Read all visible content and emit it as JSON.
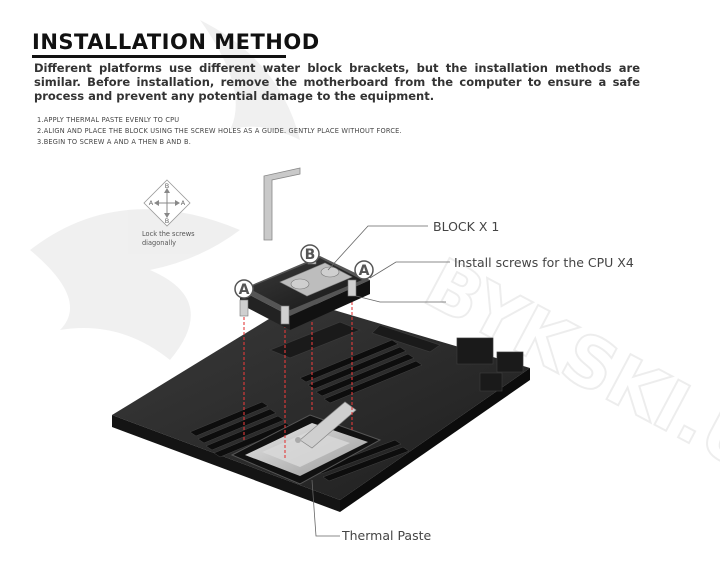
{
  "header": {
    "title": "INSTALLATION METHOD",
    "intro": "Different platforms use different water block brackets, but the installation methods are similar. Before installation, remove the motherboard from the computer to ensure a safe process and prevent any potential damage to the equipment."
  },
  "steps": [
    "1.APPLY THERMAL PASTE EVENLY TO CPU",
    "2.ALIGN AND PLACE THE BLOCK USING THE SCREW HOLES AS A GUIDE. GENTLY PLACE WITHOUT FORCE.",
    "3.BEGIN TO SCREW A AND A THEN B AND B."
  ],
  "lock_guide": {
    "note_line1": "Lock the screws",
    "note_line2": "diagonally",
    "letters": [
      "B",
      "A",
      "A",
      "B"
    ]
  },
  "callouts": {
    "block": "BLOCK X 1",
    "screws": "Install screws for the CPU X4",
    "paste": "Thermal Paste"
  },
  "screw_labels": [
    "A",
    "B",
    "A"
  ],
  "watermark": "BYKSKI.US",
  "colors": {
    "accent_red": "#e23b3b",
    "board": "#2a2a2a",
    "text": "#222222"
  }
}
